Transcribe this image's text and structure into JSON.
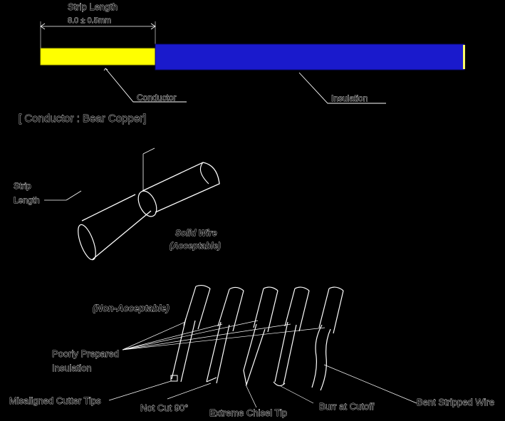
{
  "top_diagram": {
    "strip_length_label": "Strip Length",
    "strip_length_value": "8.0 ± 0.5mm",
    "conductor_label": "Conductor",
    "insulation_label": "Insulation",
    "conductor_note": "[ Conductor : Bear Copper]",
    "colors": {
      "conductor": "#ffff00",
      "insulation": "#1a1acc"
    }
  },
  "middle_diagram": {
    "strip_label_line1": "Strip",
    "strip_label_line2": "Length",
    "solid_wire_line1": "Solid Wire",
    "solid_wire_line2": "(Acceptable)"
  },
  "bottom_diagram": {
    "non_acceptable": "(Non-Acceptable)",
    "poorly_prepared_line1": "Poorly Prepared",
    "poorly_prepared_line2": "Insulation",
    "defects": [
      "Misaligned Cutter Tips",
      "Not Cut 90°",
      "Extreme Chisel Tip",
      "Burr at Cutoff",
      "Bent Stripped Wire"
    ]
  }
}
